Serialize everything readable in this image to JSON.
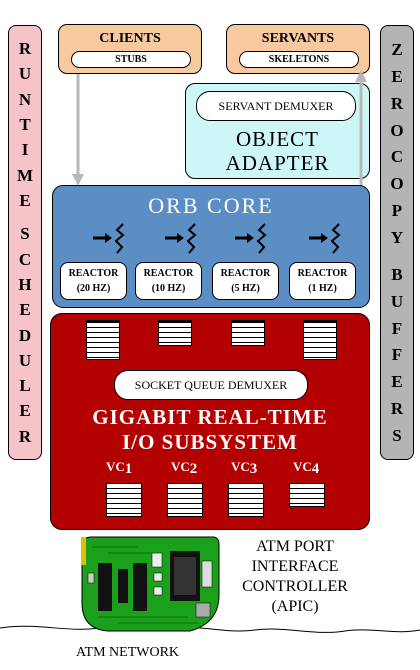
{
  "left_bar": {
    "label": "RUNTIME SCHEDULER",
    "letters": [
      "R",
      "U",
      "N",
      "T",
      "I",
      "M",
      "E",
      "",
      "S",
      "C",
      "H",
      "E",
      "D",
      "U",
      "L",
      "E",
      "R"
    ]
  },
  "right_bar": {
    "label": "ZEROCOPY BUFFERS",
    "letters": [
      "Z",
      "E",
      "R",
      "O",
      "C",
      "O",
      "P",
      "Y",
      "",
      "B",
      "U",
      "F",
      "F",
      "E",
      "R",
      "S"
    ]
  },
  "clients": {
    "title": "CLIENTS",
    "sub": "STUBS"
  },
  "servants": {
    "title": "SERVANTS",
    "sub": "SKELETONS"
  },
  "object_adapter": {
    "demuxer": "SERVANT DEMUXER",
    "title_line1": "OBJECT",
    "title_line2": "ADAPTER"
  },
  "orb_core": {
    "title": "ORB CORE",
    "reactors": [
      {
        "name": "REACTOR",
        "rate": "(20 HZ)"
      },
      {
        "name": "REACTOR",
        "rate": "(10 HZ)"
      },
      {
        "name": "REACTOR",
        "rate": "(5 HZ)"
      },
      {
        "name": "REACTOR",
        "rate": "(1 HZ)"
      }
    ]
  },
  "io_subsystem": {
    "demuxer": "SOCKET QUEUE DEMUXER",
    "title_line1": "GIGABIT REAL-TIME",
    "title_line2": "I/O SUBSYSTEM",
    "vcs": [
      {
        "prefix": "VC",
        "num": "1"
      },
      {
        "prefix": "VC",
        "num": "2"
      },
      {
        "prefix": "VC",
        "num": "3"
      },
      {
        "prefix": "VC",
        "num": "4"
      }
    ]
  },
  "apic": {
    "line1": "ATM PORT",
    "line2": "INTERFACE",
    "line3": "CONTROLLER",
    "line4": "(APIC)"
  },
  "network": {
    "label": "ATM NETWORK"
  },
  "colors": {
    "runtime": "#f6c4c8",
    "zerocopy": "#b4b4b4",
    "clients": "#f7c99e",
    "adapter": "#cdf6f6",
    "orb": "#5b8ec5",
    "io": "#b30000",
    "arrow": "#b8b8b8",
    "board": "#1aa01a"
  }
}
